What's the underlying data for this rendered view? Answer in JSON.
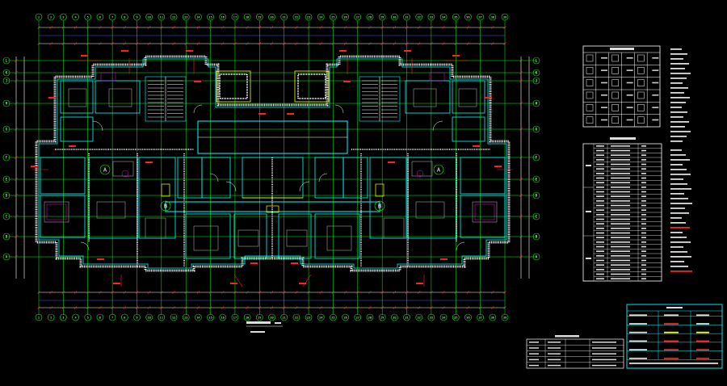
{
  "drawing": {
    "grid_numbers": [
      "1",
      "2",
      "3",
      "4",
      "5",
      "6",
      "7",
      "8",
      "9",
      "10",
      "11",
      "12",
      "13",
      "14",
      "15",
      "16",
      "17",
      "18",
      "19",
      "20",
      "21",
      "22",
      "23",
      "24",
      "25",
      "26",
      "27",
      "28",
      "29",
      "30",
      "31",
      "32",
      "33",
      "34",
      "35",
      "36",
      "37",
      "38",
      "39"
    ],
    "row_letters_left": [
      "L",
      "K",
      "J",
      "H",
      "G",
      "F",
      "E",
      "D",
      "C",
      "B",
      "A"
    ],
    "row_letters_right": [
      "L",
      "K",
      "J",
      "H",
      "G",
      "F",
      "E",
      "D",
      "C",
      "B",
      "A"
    ],
    "unit_markers": [
      "A",
      "B",
      "B",
      "A"
    ],
    "colors": {
      "background": "#000000",
      "axis_green": "#00ff00",
      "wall_cyan": "#00ffff",
      "hatch_white": "#e8e8e8",
      "dim_red": "#ff2020",
      "furniture_magenta": "#ff00ff",
      "yellow": "#ffff00",
      "blue_dim": "#4060ff"
    }
  },
  "legend_table": {
    "rows": 6,
    "cols": 6
  },
  "schedule_table": {
    "groups": 3,
    "rows": 30
  },
  "revision_table": {
    "rows": 4
  },
  "title_block": {
    "rows": 7
  }
}
